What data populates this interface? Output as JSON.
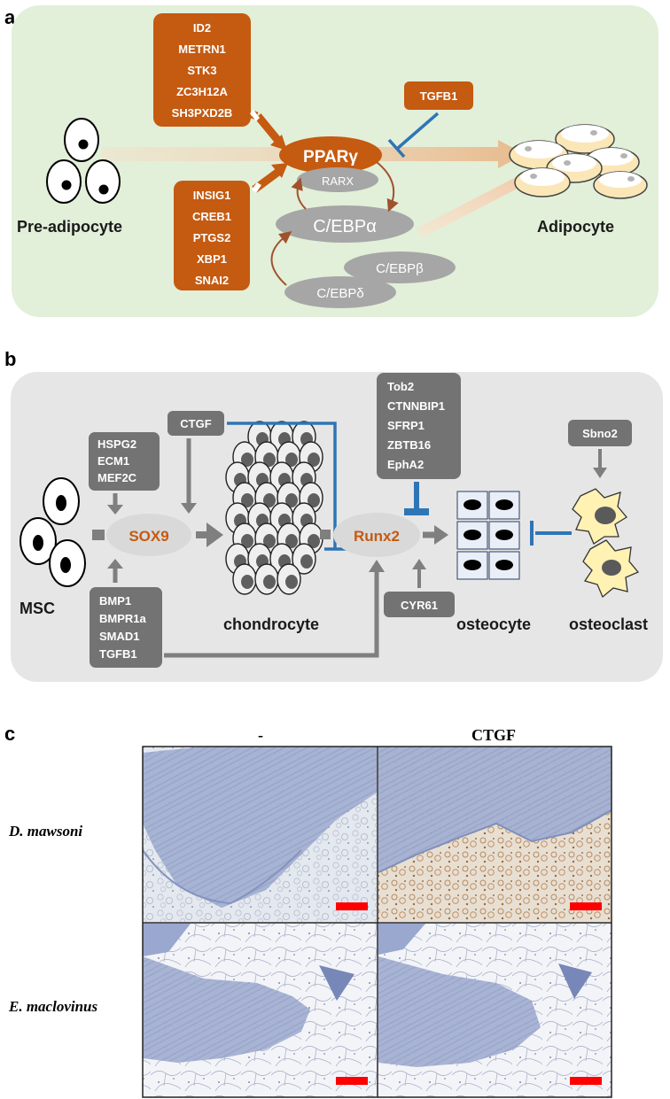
{
  "panel_a": {
    "letter": "a",
    "pre_label": "Pre-adipocyte",
    "post_label": "Adipocyte",
    "upper_genes": [
      "ID2",
      "METRN1",
      "STK3",
      "ZC3H12A",
      "SH3PXD2B"
    ],
    "lower_genes": [
      "INSIG1",
      "CREB1",
      "PTGS2",
      "XBP1",
      "SNAI2"
    ],
    "inhibitor": "TGFB1",
    "nodes": {
      "pparg": "PPARγ",
      "rarx": "RARX",
      "cebpa": "C/EBPα",
      "cebpb": "C/EBPβ",
      "cebpd": "C/EBPδ"
    },
    "colors": {
      "bg": "#e2efd9",
      "box": "#c55a11",
      "inhib": "#2e75b6",
      "node": "#a6a6a6"
    }
  },
  "panel_b": {
    "letter": "b",
    "msc": "MSC",
    "chondrocyte": "chondrocyte",
    "osteocyte": "osteocyte",
    "osteoclast": "osteoclast",
    "sox9": "SOX9",
    "runx2": "Runx2",
    "box_hspg": [
      "HSPG2",
      "ECM1",
      "MEF2C"
    ],
    "box_ctgf": "CTGF",
    "box_bmp": [
      "BMP1",
      "BMPR1a",
      "SMAD1",
      "TGFB1"
    ],
    "box_tob": [
      "Tob2",
      "CTNNBIP1",
      "SFRP1",
      "ZBTB16",
      "EphA2"
    ],
    "box_cyr": "CYR61",
    "box_sbno": "Sbno2",
    "colors": {
      "bg": "#e7e6e6",
      "box": "#737373",
      "inhib": "#2e75b6",
      "tf_text": "#c55a11"
    }
  },
  "panel_c": {
    "letter": "c",
    "col_labels": [
      "-",
      "CTGF"
    ],
    "row_labels": [
      "D. mawsoni",
      "E. maclovinus"
    ],
    "colors": {
      "scale_bar": "#ff0000"
    }
  }
}
